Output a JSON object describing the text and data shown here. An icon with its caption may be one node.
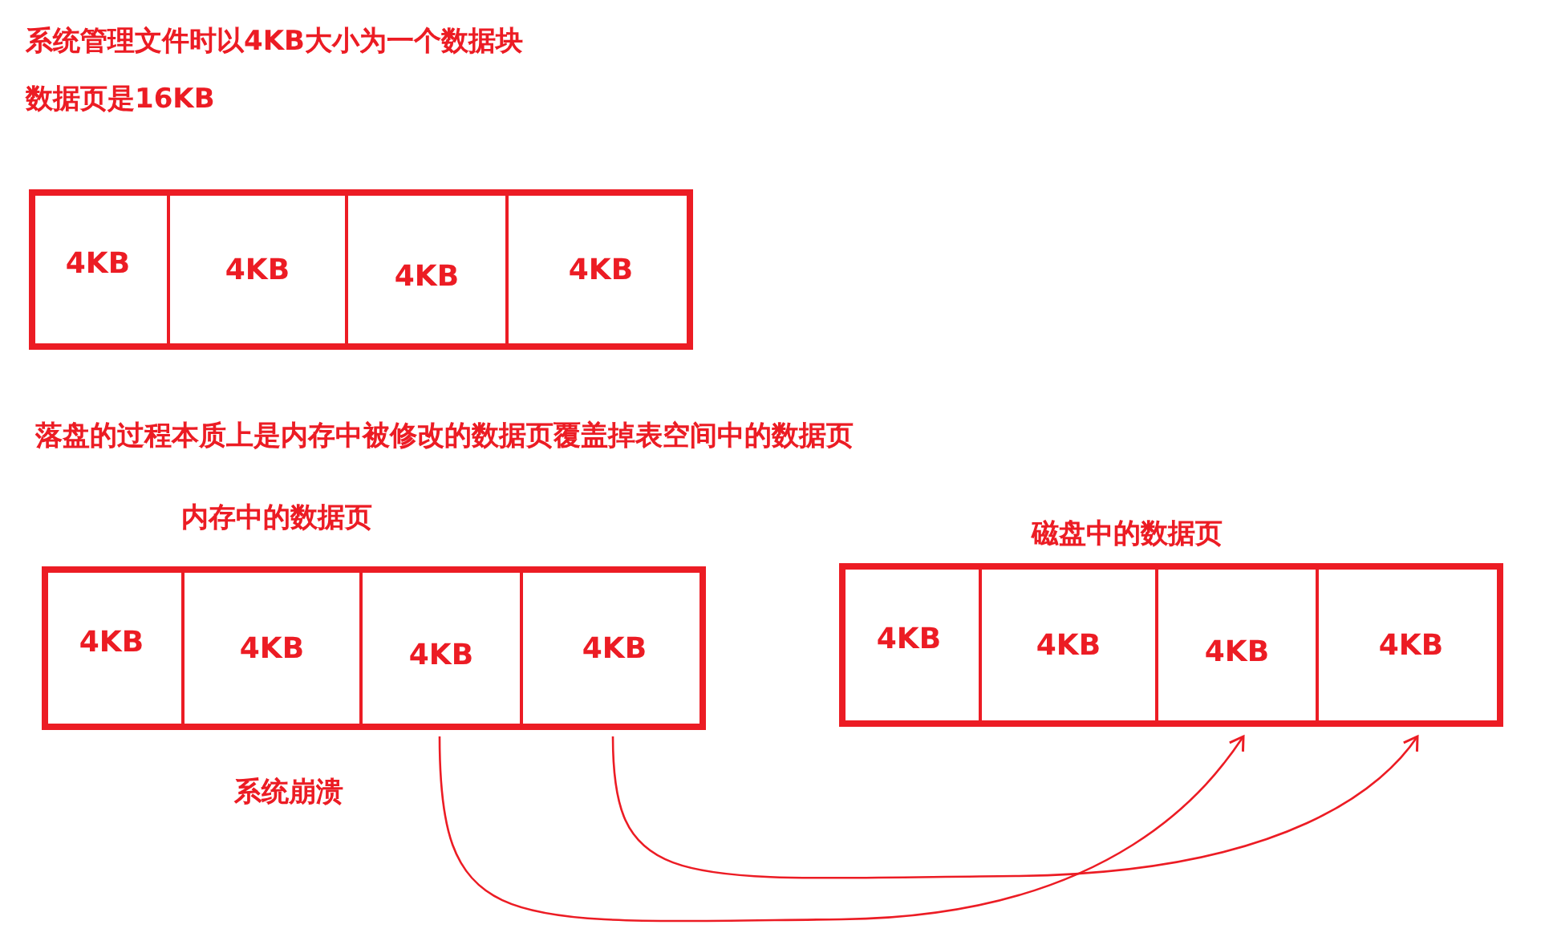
{
  "diagram": {
    "nodes": [
      {
        "text": [],
        "shape": "box"
      },
      {
        "text": [
          "4KB"
        ],
        "in": 0
      },
      {
        "text": [
          "4KB"
        ],
        "in": 0
      },
      {
        "text": [
          "4KB"
        ],
        "in": 0
      },
      {
        "text": [
          "4KB"
        ],
        "in": 0
      },
      {
        "text": [
          "内存中的数据页"
        ]
      },
      {
        "text": [
          "4KB"
        ],
        "in": 5
      },
      {
        "text": [
          "4KB"
        ],
        "in": 5
      },
      {
        "text": [
          "4KB"
        ],
        "in": 5
      },
      {
        "text": [
          "4KB"
        ],
        "in": 5
      },
      {
        "text": [
          "磁盘中的数据页"
        ]
      },
      {
        "text": [
          "4KB"
        ],
        "in": 10
      },
      {
        "text": [
          "4KB"
        ],
        "in": 10
      },
      {
        "text": [
          "4KB"
        ],
        "in": 10
      },
      {
        "text": [
          "4KB"
        ],
        "in": 10
      }
    ],
    "edges": [
      {
        "from": 8,
        "to": 13,
        "arrow": "to"
      },
      {
        "from": 9,
        "to": 14,
        "arrow": "to"
      }
    ],
    "labels": [
      "系统管理文件时以4KB大小为一个数据块",
      "数据页是16KB",
      "落盘的过程本质上是内存中被修改的数据页覆盖掉表空间中的数据页",
      "系统崩溃"
    ]
  }
}
